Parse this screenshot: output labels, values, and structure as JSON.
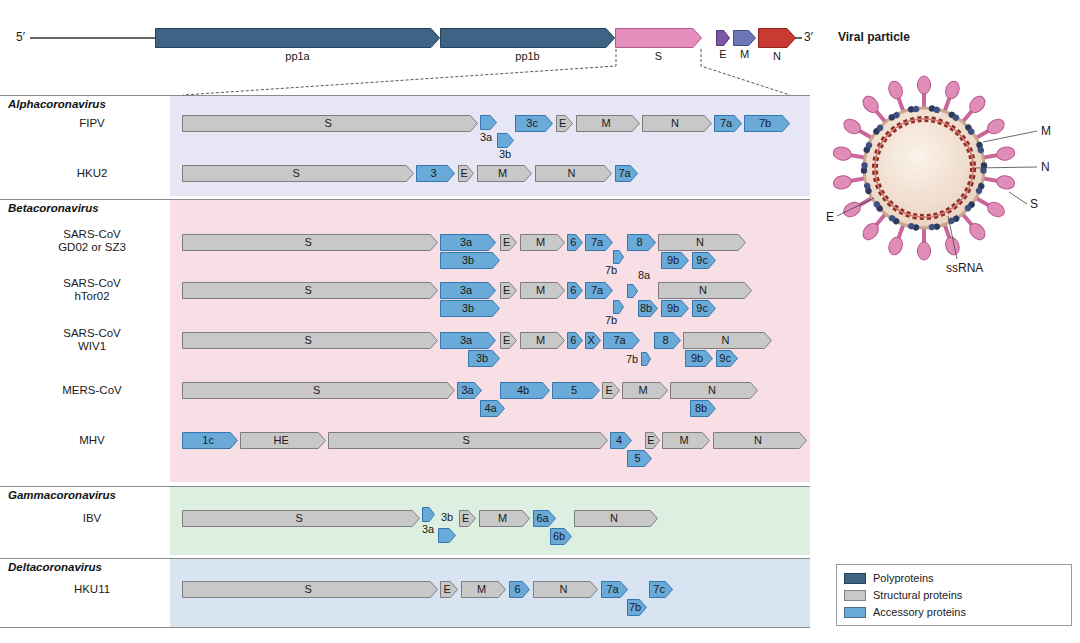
{
  "diagram": {
    "nodes": [
      {
        "text": [
          "pp1a"
        ]
      },
      {
        "text": [
          "pp1b"
        ]
      },
      {
        "text": [
          "S"
        ]
      },
      {
        "text": [
          "E"
        ]
      },
      {
        "text": [
          "M"
        ]
      },
      {
        "text": [
          "N"
        ]
      },
      {
        "text": [
          "Alphacoronavirus"
        ]
      },
      {
        "text": [
          "S"
        ],
        "in": 6
      },
      {
        "text": [
          "3a"
        ],
        "in": 6
      },
      {
        "text": [
          "3b"
        ],
        "in": 6
      },
      {
        "text": [
          "3c"
        ],
        "in": 6
      },
      {
        "text": [
          "E"
        ],
        "in": 6
      },
      {
        "text": [
          "M"
        ],
        "in": 6
      },
      {
        "text": [
          "N"
        ],
        "in": 6
      },
      {
        "text": [
          "7a"
        ],
        "in": 6
      },
      {
        "text": [
          "7b"
        ],
        "in": 6
      },
      {
        "text": [
          "S"
        ],
        "in": 6
      },
      {
        "text": [
          "3"
        ],
        "in": 6
      },
      {
        "text": [
          "E"
        ],
        "in": 6
      },
      {
        "text": [
          "M"
        ],
        "in": 6
      },
      {
        "text": [
          "N"
        ],
        "in": 6
      },
      {
        "text": [
          "7a"
        ],
        "in": 6
      },
      {
        "text": [
          "Betacoronavirus"
        ]
      },
      {
        "text": [
          "S"
        ],
        "in": 22
      },
      {
        "text": [
          "3a"
        ],
        "in": 22
      },
      {
        "text": [
          "3b"
        ],
        "in": 22
      },
      {
        "text": [
          "E"
        ],
        "in": 22
      },
      {
        "text": [
          "M"
        ],
        "in": 22
      },
      {
        "text": [
          "6"
        ],
        "in": 22
      },
      {
        "text": [
          "7a"
        ],
        "in": 22
      },
      {
        "text": [
          "7b"
        ],
        "in": 22
      },
      {
        "text": [
          "8"
        ],
        "in": 22
      },
      {
        "text": [
          "N"
        ],
        "in": 22
      },
      {
        "text": [
          "9b"
        ],
        "in": 22
      },
      {
        "text": [
          "9c"
        ],
        "in": 22
      },
      {
        "text": [
          "S"
        ],
        "in": 22
      },
      {
        "text": [
          "3a"
        ],
        "in": 22
      },
      {
        "text": [
          "3b"
        ],
        "in": 22
      },
      {
        "text": [
          "E"
        ],
        "in": 22
      },
      {
        "text": [
          "M"
        ],
        "in": 22
      },
      {
        "text": [
          "6"
        ],
        "in": 22
      },
      {
        "text": [
          "7a"
        ],
        "in": 22
      },
      {
        "text": [
          "7b"
        ],
        "in": 22
      },
      {
        "text": [
          "8a"
        ],
        "in": 22
      },
      {
        "text": [
          "8b"
        ],
        "in": 22
      },
      {
        "text": [
          "N"
        ],
        "in": 22
      },
      {
        "text": [
          "9b"
        ],
        "in": 22
      },
      {
        "text": [
          "9c"
        ],
        "in": 22
      },
      {
        "text": [
          "S"
        ],
        "in": 22
      },
      {
        "text": [
          "3a"
        ],
        "in": 22
      },
      {
        "text": [
          "3b"
        ],
        "in": 22
      },
      {
        "text": [
          "E"
        ],
        "in": 22
      },
      {
        "text": [
          "M"
        ],
        "in": 22
      },
      {
        "text": [
          "6"
        ],
        "in": 22
      },
      {
        "text": [
          "X"
        ],
        "in": 22
      },
      {
        "text": [
          "7a"
        ],
        "in": 22
      },
      {
        "text": [
          "7b"
        ],
        "in": 22
      },
      {
        "text": [
          "8"
        ],
        "in": 22
      },
      {
        "text": [
          "N"
        ],
        "in": 22
      },
      {
        "text": [
          "9b"
        ],
        "in": 22
      },
      {
        "text": [
          "9c"
        ],
        "in": 22
      },
      {
        "text": [
          "S"
        ],
        "in": 22
      },
      {
        "text": [
          "3a"
        ],
        "in": 22
      },
      {
        "text": [
          "4a"
        ],
        "in": 22
      },
      {
        "text": [
          "4b"
        ],
        "in": 22
      },
      {
        "text": [
          "5"
        ],
        "in": 22
      },
      {
        "text": [
          "E"
        ],
        "in": 22
      },
      {
        "text": [
          "M"
        ],
        "in": 22
      },
      {
        "text": [
          "N"
        ],
        "in": 22
      },
      {
        "text": [
          "8b"
        ],
        "in": 22
      },
      {
        "text": [
          "1c"
        ],
        "in": 22
      },
      {
        "text": [
          "HE"
        ],
        "in": 22
      },
      {
        "text": [
          "S"
        ],
        "in": 22
      },
      {
        "text": [
          "4"
        ],
        "in": 22
      },
      {
        "text": [
          "5"
        ],
        "in": 22
      },
      {
        "text": [
          "E"
        ],
        "in": 22
      },
      {
        "text": [
          "M"
        ],
        "in": 22
      },
      {
        "text": [
          "N"
        ],
        "in": 22
      },
      {
        "text": [
          "Gammacoronavirus"
        ]
      },
      {
        "text": [
          "S"
        ],
        "in": 78
      },
      {
        "text": [
          "3a"
        ],
        "in": 78
      },
      {
        "text": [
          "3b"
        ],
        "in": 78
      },
      {
        "text": [
          "E"
        ],
        "in": 78
      },
      {
        "text": [
          "M"
        ],
        "in": 78
      },
      {
        "text": [
          "6a"
        ],
        "in": 78
      },
      {
        "text": [
          "6b"
        ],
        "in": 78
      },
      {
        "text": [
          "N"
        ],
        "in": 78
      },
      {
        "text": [
          "Deltacoronavirus"
        ]
      },
      {
        "text": [
          "S"
        ],
        "in": 87
      },
      {
        "text": [
          "E"
        ],
        "in": 87
      },
      {
        "text": [
          "M"
        ],
        "in": 87
      },
      {
        "text": [
          "6"
        ],
        "in": 87
      },
      {
        "text": [
          "N"
        ],
        "in": 87
      },
      {
        "text": [
          "7a"
        ],
        "in": 87
      },
      {
        "text": [
          "7b"
        ],
        "in": 87
      },
      {
        "text": [
          "7c"
        ],
        "in": 87
      }
    ],
    "labels": [
      "5′",
      "3′",
      "Viral particle",
      "M",
      "N",
      "E",
      "S",
      "ssRNA",
      "FIPV",
      "HKU2",
      "SARS-CoV GD02 or SZ3",
      "SARS-CoV hTor02",
      "SARS-CoV WIV1",
      "MERS-CoV",
      "MHV",
      "IBV",
      "HKU11"
    ],
    "legend": [
      {
        "text": "Polyproteins",
        "color": "#3e6384"
      },
      {
        "text": "Structural proteins",
        "color": "#c8c8c8"
      },
      {
        "text": "Accessory proteins",
        "color": "#6aaad8"
      }
    ]
  }
}
